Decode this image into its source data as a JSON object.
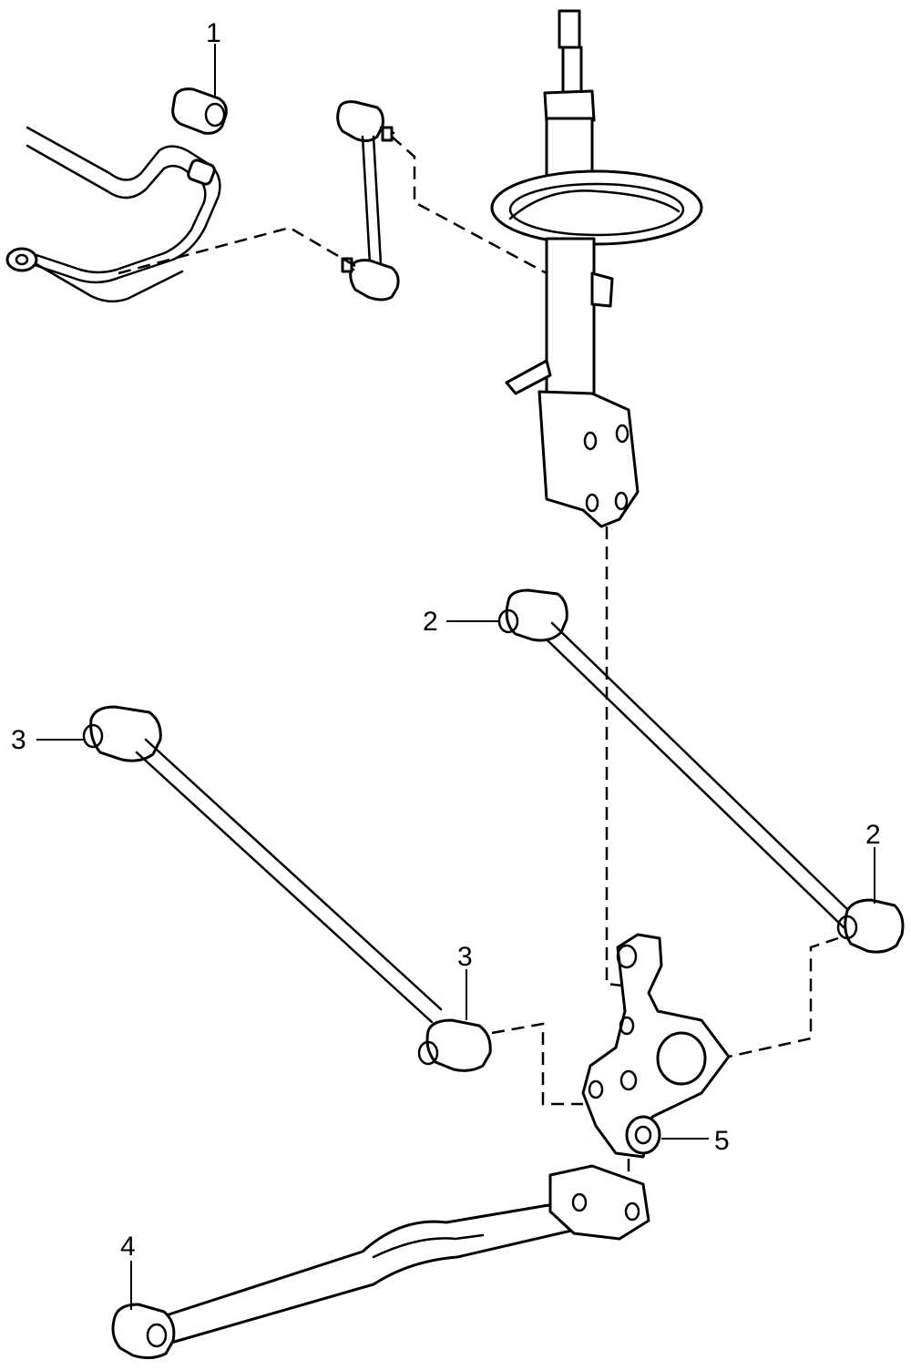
{
  "diagram": {
    "callouts": {
      "c1": "1",
      "c2a": "2",
      "c2b": "2",
      "c3a": "3",
      "c3b": "3",
      "c4": "4",
      "c5": "5"
    }
  }
}
